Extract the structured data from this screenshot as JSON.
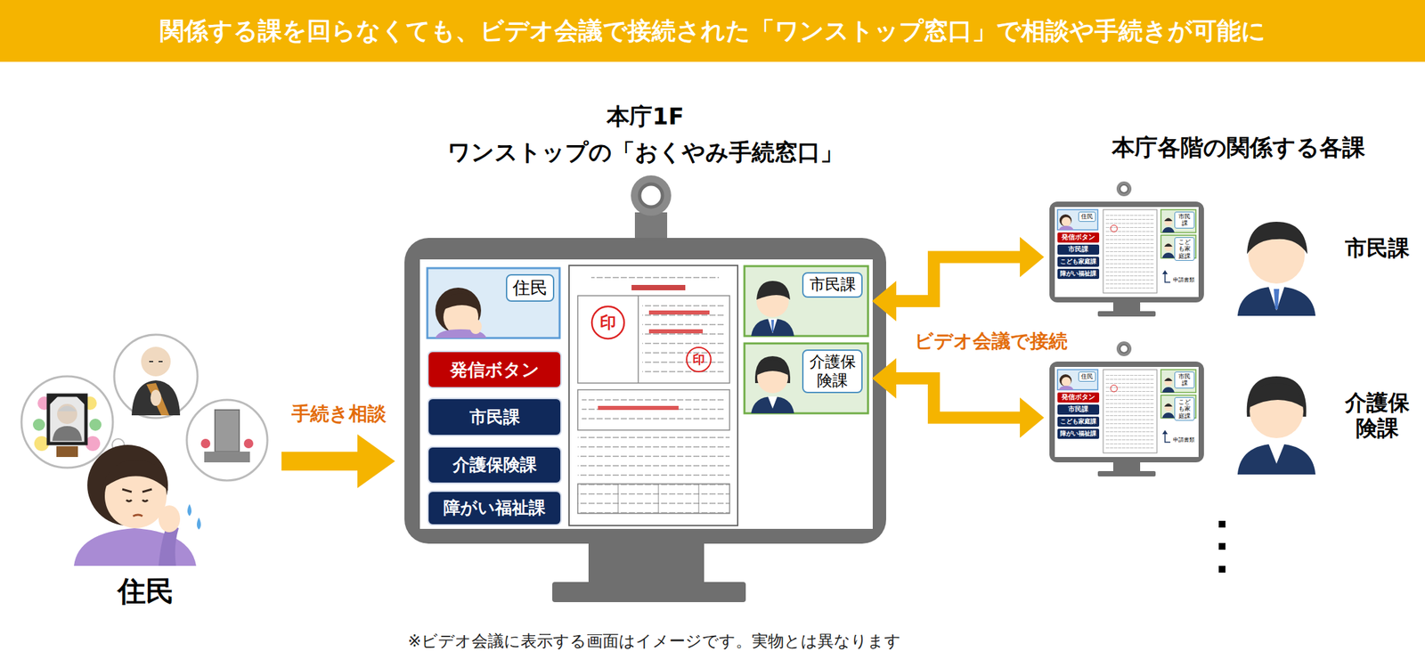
{
  "diagram": {
    "title": "関係する課を回らなくても、ビデオ会議で接続された「ワンストップ窓口」で相談や手続きが可能に",
    "caption": "※ビデオ会議に表示する画面はイメージです。実物とは異なります",
    "nodes": [
      {
        "text": [
          "住民"
        ]
      },
      {
        "text": [
          "本庁1F",
          "ワンストップの「おくやみ手続窓口」"
        ]
      },
      {
        "text": [
          "住民"
        ],
        "in": 1
      },
      {
        "text": [
          "発信ボタン"
        ],
        "in": 1
      },
      {
        "text": [
          "市民課"
        ],
        "in": 1
      },
      {
        "text": [
          "介護保険課"
        ],
        "in": 1
      },
      {
        "text": [
          "障がい福祉課"
        ],
        "in": 1
      },
      {
        "text": [
          "市民課"
        ],
        "in": 1
      },
      {
        "text": [
          "介護保険課"
        ],
        "in": 1
      },
      {
        "text": [
          "市民課"
        ]
      },
      {
        "text": [
          "住民"
        ],
        "in": 9
      },
      {
        "text": [
          "発信ボタン"
        ],
        "in": 9
      },
      {
        "text": [
          "市民課"
        ],
        "in": 9
      },
      {
        "text": [
          "こども家庭課"
        ],
        "in": 9
      },
      {
        "text": [
          "障がい福祉課"
        ],
        "in": 9
      },
      {
        "text": [
          "市民課"
        ],
        "in": 9
      },
      {
        "text": [
          "こども家庭課"
        ],
        "in": 9
      },
      {
        "text": [
          "介護保険課"
        ]
      },
      {
        "text": [
          "住民"
        ],
        "in": 17
      },
      {
        "text": [
          "発信ボタン"
        ],
        "in": 17
      },
      {
        "text": [
          "市民課"
        ],
        "in": 17
      },
      {
        "text": [
          "こども家庭課"
        ],
        "in": 17
      },
      {
        "text": [
          "障がい福祉課"
        ],
        "in": 17
      },
      {
        "text": [
          "市民課"
        ],
        "in": 17
      },
      {
        "text": [
          "こども家庭課"
        ],
        "in": 17
      }
    ],
    "edges": [
      {
        "from": 0,
        "to": 1,
        "arrow": "to",
        "label": "手続き相談"
      },
      {
        "from": 7,
        "to": 9,
        "arrow": "both",
        "label": "ビデオ会議で接続"
      },
      {
        "from": 8,
        "to": 17,
        "arrow": "both"
      }
    ],
    "labels": [
      "本庁各階の関係する各課",
      "印",
      "印",
      "申請書類",
      "申請書類"
    ]
  }
}
